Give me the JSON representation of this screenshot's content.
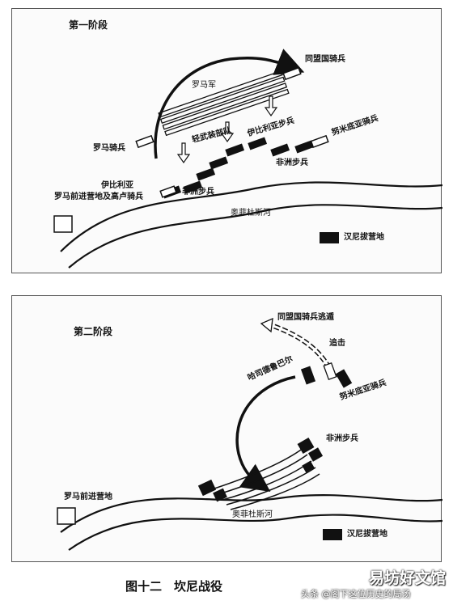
{
  "phase1": {
    "stage_title": "第一阶段",
    "roman_army": "罗马军",
    "allied_cavalry": "同盟国骑兵",
    "light_infantry": "轻武装部队",
    "iberian_infantry": "伊比利亚步兵",
    "numidian_cavalry": "努米底亚骑兵",
    "african_infantry": "非洲步兵",
    "roman_cavalry": "罗马骑兵",
    "iberian_gaul_cavalry_line1": "伊比利亚",
    "iberian_gaul_cavalry_line2": "及高卢骑兵",
    "roman_camp": "罗马前进营地",
    "river": "奥菲杜斯河",
    "hannibal_camp": "汉尼拔营地"
  },
  "phase2": {
    "stage_title": "第二阶段",
    "allied_flee": "同盟国骑兵逃遁",
    "pursuit": "追击",
    "hasdrubal": "哈司德鲁巴尔",
    "numidian_cavalry": "努米底亚骑兵",
    "african_infantry": "非洲步兵",
    "roman_camp": "罗马前进营地",
    "river": "奥菲杜斯河",
    "hannibal_camp": "汉尼拔营地"
  },
  "caption": "图十二　坎尼战役",
  "watermark": {
    "main": "易坊好文馆",
    "prefix": "头条",
    "handle": "@阁下这位历史的局汤"
  }
}
